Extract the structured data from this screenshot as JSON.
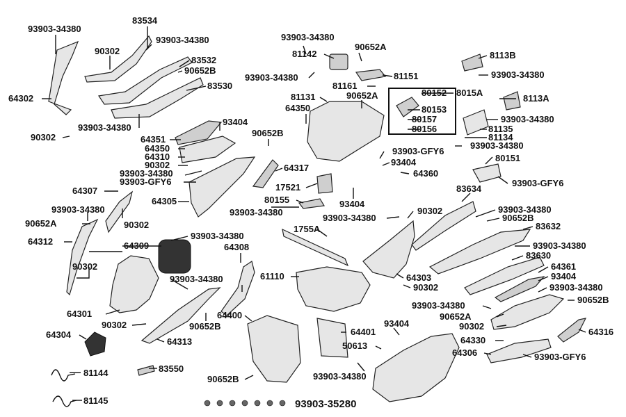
{
  "labels": [
    {
      "id": "l1",
      "text": "93903-34380"
    },
    {
      "id": "l2",
      "text": "83534"
    },
    {
      "id": "l3",
      "text": "93903-34380"
    },
    {
      "id": "l4",
      "text": "90302"
    },
    {
      "id": "l5",
      "text": "83532"
    },
    {
      "id": "l6",
      "text": "90652B"
    },
    {
      "id": "l7",
      "text": "83530"
    },
    {
      "id": "l8",
      "text": "64302"
    },
    {
      "id": "l9",
      "text": "90302"
    },
    {
      "id": "l10",
      "text": "93903-34380"
    },
    {
      "id": "l11",
      "text": "64351"
    },
    {
      "id": "l12",
      "text": "93404"
    },
    {
      "id": "l13",
      "text": "64350"
    },
    {
      "id": "l14",
      "text": "64310"
    },
    {
      "id": "l15",
      "text": "90302"
    },
    {
      "id": "l16",
      "text": "93903-34380"
    },
    {
      "id": "l17",
      "text": "93903-GFY6"
    },
    {
      "id": "l18",
      "text": "64307"
    },
    {
      "id": "l19",
      "text": "64305"
    },
    {
      "id": "l20",
      "text": "93903-34380"
    },
    {
      "id": "l21",
      "text": "90652A"
    },
    {
      "id": "l22",
      "text": "90302"
    },
    {
      "id": "l23",
      "text": "64312"
    },
    {
      "id": "l24",
      "text": "64309"
    },
    {
      "id": "l25",
      "text": "93903-34380"
    },
    {
      "id": "l26",
      "text": "64308"
    },
    {
      "id": "l27",
      "text": "90302"
    },
    {
      "id": "l28",
      "text": "93903-34380"
    },
    {
      "id": "l29",
      "text": "64301"
    },
    {
      "id": "l30",
      "text": "90302"
    },
    {
      "id": "l31",
      "text": "90652B"
    },
    {
      "id": "l32",
      "text": "64304"
    },
    {
      "id": "l33",
      "text": "64313"
    },
    {
      "id": "l34",
      "text": "64400"
    },
    {
      "id": "l35",
      "text": "81144"
    },
    {
      "id": "l36",
      "text": "83550"
    },
    {
      "id": "l37",
      "text": "90652B"
    },
    {
      "id": "l38",
      "text": "81145"
    },
    {
      "id": "l39",
      "text": "93903-35280"
    },
    {
      "id": "l40",
      "text": "93903-34380"
    },
    {
      "id": "l41",
      "text": "81142"
    },
    {
      "id": "l42",
      "text": "90652A"
    },
    {
      "id": "l43",
      "text": "93903-34380"
    },
    {
      "id": "l44",
      "text": "81151"
    },
    {
      "id": "l45",
      "text": "81161"
    },
    {
      "id": "l46",
      "text": "81131"
    },
    {
      "id": "l47",
      "text": "90652A"
    },
    {
      "id": "l48",
      "text": "64350"
    },
    {
      "id": "l49",
      "text": "90652B"
    },
    {
      "id": "l50",
      "text": "64317"
    },
    {
      "id": "l51",
      "text": "17521"
    },
    {
      "id": "l52",
      "text": "80155"
    },
    {
      "id": "l53",
      "text": "93903-34380"
    },
    {
      "id": "l54",
      "text": "93404"
    },
    {
      "id": "l55",
      "text": "1755A"
    },
    {
      "id": "l56",
      "text": "61110"
    },
    {
      "id": "l57",
      "text": "64401"
    },
    {
      "id": "l58",
      "text": "93404"
    },
    {
      "id": "l59",
      "text": "50613"
    },
    {
      "id": "l60",
      "text": "93903-34380"
    },
    {
      "id": "l61",
      "text": "8113B"
    },
    {
      "id": "l62",
      "text": "93903-34380"
    },
    {
      "id": "l63",
      "text": "80152"
    },
    {
      "id": "l64",
      "text": "8015A"
    },
    {
      "id": "l65",
      "text": "8113A"
    },
    {
      "id": "l66",
      "text": "80153"
    },
    {
      "id": "l67",
      "text": "80157"
    },
    {
      "id": "l68",
      "text": "93903-34380"
    },
    {
      "id": "l69",
      "text": "80156"
    },
    {
      "id": "l70",
      "text": "81135"
    },
    {
      "id": "l71",
      "text": "81134"
    },
    {
      "id": "l72",
      "text": "93903-34380"
    },
    {
      "id": "l73",
      "text": "93903-GFY6"
    },
    {
      "id": "l74",
      "text": "80151"
    },
    {
      "id": "l75",
      "text": "93404"
    },
    {
      "id": "l76",
      "text": "64360"
    },
    {
      "id": "l77",
      "text": "93903-GFY6"
    },
    {
      "id": "l78",
      "text": "83634"
    },
    {
      "id": "l79",
      "text": "90302"
    },
    {
      "id": "l80",
      "text": "93903-34380"
    },
    {
      "id": "l81",
      "text": "93903-34380"
    },
    {
      "id": "l82",
      "text": "90652B"
    },
    {
      "id": "l83",
      "text": "83632"
    },
    {
      "id": "l84",
      "text": "93903-34380"
    },
    {
      "id": "l85",
      "text": "83630"
    },
    {
      "id": "l86",
      "text": "64361"
    },
    {
      "id": "l87",
      "text": "93404"
    },
    {
      "id": "l88",
      "text": "93903-34380"
    },
    {
      "id": "l89",
      "text": "64303"
    },
    {
      "id": "l90",
      "text": "90302"
    },
    {
      "id": "l91",
      "text": "90652B"
    },
    {
      "id": "l92",
      "text": "93903-34380"
    },
    {
      "id": "l93",
      "text": "90652A"
    },
    {
      "id": "l94",
      "text": "90302"
    },
    {
      "id": "l95",
      "text": "64316"
    },
    {
      "id": "l96",
      "text": "64330"
    },
    {
      "id": "l97",
      "text": "64306"
    },
    {
      "id": "l98",
      "text": "93903-GFY6"
    }
  ]
}
